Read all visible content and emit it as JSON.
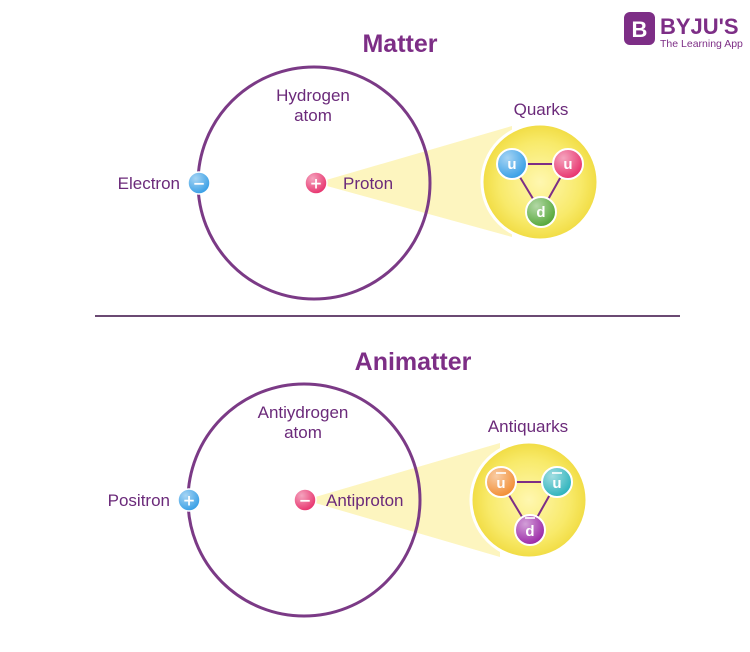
{
  "brand": {
    "logo_letter": "B",
    "name": "BYJU'S",
    "tagline": "The Learning App"
  },
  "matter": {
    "title": "Matter",
    "atom_label_line1": "Hydrogen",
    "atom_label_line2": "atom",
    "orbiting_particle": {
      "label": "Electron",
      "sign": "−"
    },
    "nucleus": {
      "label": "Proton",
      "sign": "+"
    },
    "constituents_label": "Quarks",
    "quarks": [
      {
        "letter": "u",
        "bar": false,
        "color": "#3aa0e6"
      },
      {
        "letter": "u",
        "bar": false,
        "color": "#e8356f"
      },
      {
        "letter": "d",
        "bar": false,
        "color": "#56a83a"
      }
    ]
  },
  "antimatter": {
    "title": "Animatter",
    "atom_label_line1": "Antiydrogen",
    "atom_label_line2": "atom",
    "orbiting_particle": {
      "label": "Positron",
      "sign": "+"
    },
    "nucleus": {
      "label": "Antiproton",
      "sign": "−"
    },
    "constituents_label": "Antiquarks",
    "quarks": [
      {
        "letter": "u",
        "bar": true,
        "color": "#f28f36"
      },
      {
        "letter": "u",
        "bar": true,
        "color": "#2fb4bd"
      },
      {
        "letter": "d",
        "bar": true,
        "color": "#9c2aa8"
      }
    ]
  },
  "colors": {
    "purple": "#7d2e86",
    "orbit": "#7b3a86",
    "blue_particle": "#3aa0e6",
    "pink_particle": "#e8356f",
    "beam": "#fdf5bf",
    "quark_bubble": "#f8e863",
    "divider": "#6b4a73"
  }
}
